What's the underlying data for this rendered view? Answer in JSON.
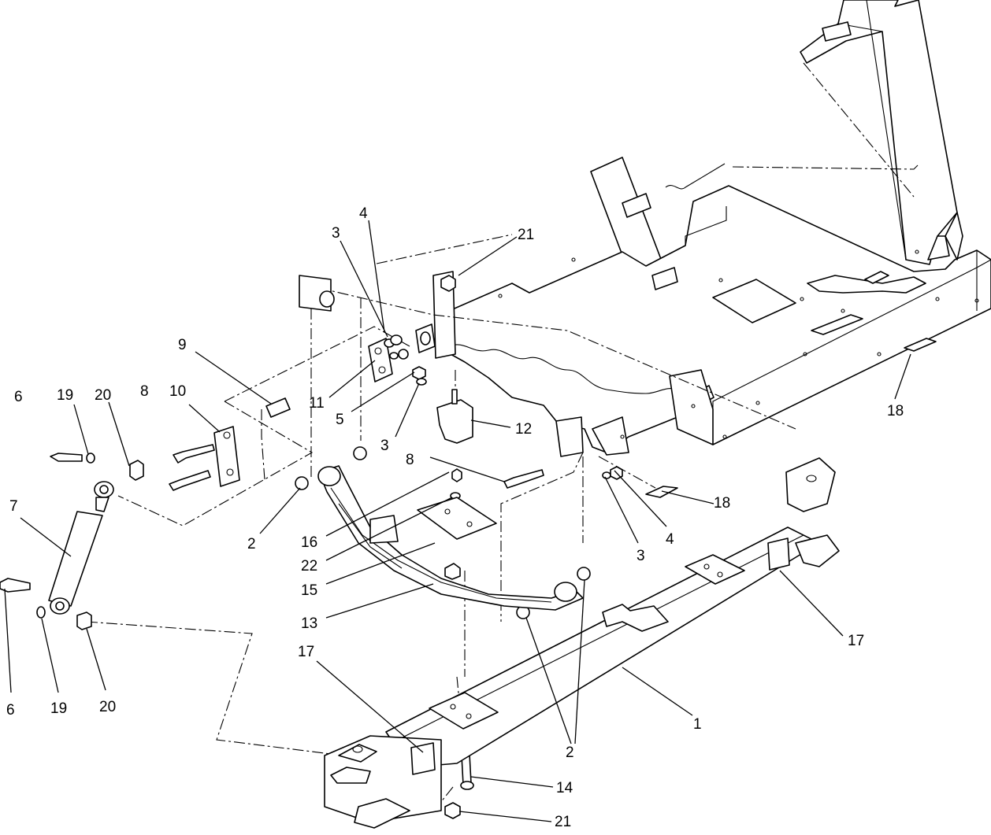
{
  "callouts": [
    {
      "label": "4"
    },
    {
      "label": "3"
    },
    {
      "label": "21"
    },
    {
      "label": "9"
    },
    {
      "label": "11"
    },
    {
      "label": "5"
    },
    {
      "label": "3"
    },
    {
      "label": "12"
    },
    {
      "label": "6"
    },
    {
      "label": "19"
    },
    {
      "label": "20"
    },
    {
      "label": "8"
    },
    {
      "label": "10"
    },
    {
      "label": "7"
    },
    {
      "label": "2"
    },
    {
      "label": "16"
    },
    {
      "label": "22"
    },
    {
      "label": "15"
    },
    {
      "label": "13"
    },
    {
      "label": "8"
    },
    {
      "label": "3"
    },
    {
      "label": "4"
    },
    {
      "label": "18"
    },
    {
      "label": "18"
    },
    {
      "label": "17"
    },
    {
      "label": "1"
    },
    {
      "label": "17"
    },
    {
      "label": "2"
    },
    {
      "label": "14"
    },
    {
      "label": "21"
    },
    {
      "label": "6"
    },
    {
      "label": "19"
    },
    {
      "label": "20"
    }
  ]
}
